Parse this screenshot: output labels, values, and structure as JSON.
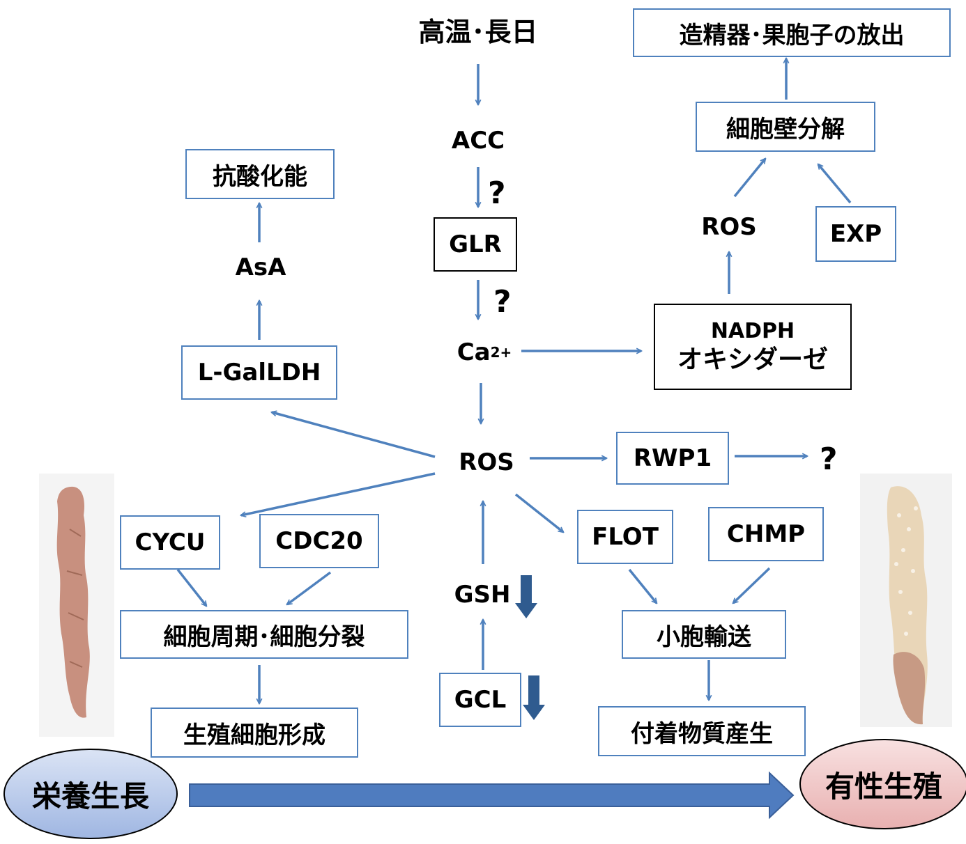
{
  "nodes": {
    "heat_longday": "高温･長日",
    "acc": "ACC",
    "glr": "GLR",
    "ca_base": "Ca",
    "ca_sup": "2+",
    "ros_center": "ROS",
    "nadph_line1": "NADPH",
    "nadph_line2": "オキシダーゼ",
    "ros_upper": "ROS",
    "exp": "EXP",
    "cell_wall": "細胞壁分解",
    "release": "造精器･果胞子の放出",
    "antioxidant": "抗酸化能",
    "asa": "AsA",
    "lgalldh": "L-GalLDH",
    "cycu": "CYCU",
    "cdc20": "CDC20",
    "cell_cycle": "細胞周期･細胞分裂",
    "germ_cell": "生殖細胞形成",
    "gsh": "GSH",
    "gcl": "GCL",
    "rwp1": "RWP1",
    "flot": "FLOT",
    "chmp": "CHMP",
    "vesicle": "小胞輸送",
    "adhesive": "付着物質産生",
    "vegetative": "栄養生長",
    "sexual": "有性生殖"
  },
  "question_mark": "?",
  "colors": {
    "arrow": "#4f81bd",
    "down_arrow": "#2f5b8f",
    "vegetative_fill": "#b8c9ea",
    "sexual_fill": "#f2c4c4",
    "thallus": "#c8907f"
  }
}
